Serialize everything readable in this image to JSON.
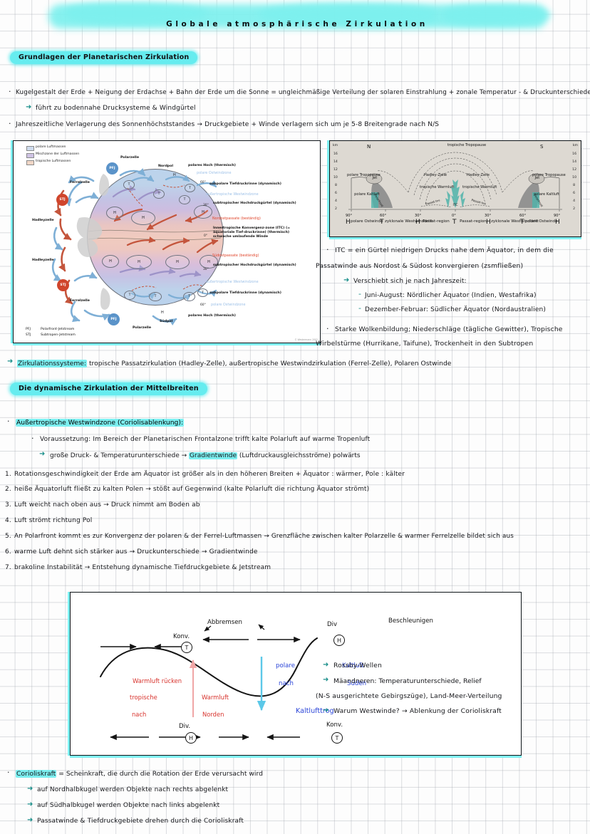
{
  "page": {
    "title": "Globale atmosphärische Zirkulation"
  },
  "sections": [
    {
      "id": "s1",
      "header": "Grundlagen der Planetarischen Zirkulation"
    },
    {
      "id": "s2",
      "header": "Die dynamische Zirkulation der Mittelbreiten"
    }
  ],
  "intro_notes": [
    "Kugelgestalt der Erde + Neigung der Erdachse + Bahn der Erde um die Sonne = ungleichmäßige Verteilung der solaren Einstrahlung + zonale Temperatur - & Druckunterschiede",
    "führt zu bodennahe Drucksysteme & Windgürtel",
    "Jahreszeitliche Verlagerung des Sonnenhöchststandes → Druckgebiete + Winde verlagern sich um je 5-8 Breitengrade nach N/S"
  ],
  "globe_diagram": {
    "legend": [
      "polare Luftmassen",
      "Mischzone der Luftmassen",
      "tropische Luftmassen"
    ],
    "poles": {
      "north": "Nordpol",
      "south": "Südpol"
    },
    "cells": {
      "polar_top": "Polarzelle",
      "polar_bottom": "Polarzelle",
      "ferrel_top": "Ferrelzelle",
      "ferrel_bottom": "Ferrelzelle",
      "hadley_top": "Hadleyzelle",
      "hadley_bottom": "Hadleyzelle"
    },
    "jets": {
      "pfj": "PFJ",
      "stj": "STJ"
    },
    "right_labels": [
      {
        "text": "polares Hoch (thermisch)",
        "style": "black"
      },
      {
        "text": "polare Ostwindzone",
        "style": "lightblue"
      },
      {
        "text": "subpolare Tiefdruckrinne (dynamisch)",
        "style": "black",
        "deg": "60°"
      },
      {
        "text": "außertropische Westwindzone",
        "style": "lightblue"
      },
      {
        "text": "subtropischer Hochdruckgürtel (dynamisch)",
        "style": "black",
        "deg": "30°"
      },
      {
        "text": "Nordostpassate (beständig)",
        "style": "red"
      },
      {
        "text": "Innertropische Konvergenz-zone (ITC) (= äquatoriale Tief-druckrinne) (thermisch) schwache umlaufende Winde",
        "style": "black",
        "deg": "0°"
      },
      {
        "text": "Südostpassate (beständig)",
        "style": "red"
      },
      {
        "text": "subtropischer Hochdruckgürtel (dynamisch)",
        "style": "black",
        "deg": "30°"
      },
      {
        "text": "außertropische Westwindzone",
        "style": "lightblue"
      },
      {
        "text": "subpolare Tiefdruckrinne (dynamisch)",
        "style": "black"
      },
      {
        "text": "polare Ostwindzone",
        "style": "lightblue",
        "deg": "60°"
      },
      {
        "text": "polares Hoch (thermisch)",
        "style": "black"
      }
    ],
    "footnotes": [
      {
        "abbr": "PFJ",
        "text": "Polarfront-Jetstream"
      },
      {
        "abbr": "STJ",
        "text": "Subtropen-Jetstream"
      }
    ],
    "watermark": "© Westermann 2002",
    "pressure_symbols": {
      "high": "H",
      "low": "T"
    }
  },
  "tropopause_diagram": {
    "unit_left": "km",
    "unit_right": "km",
    "y_ticks": [
      16,
      14,
      12,
      10,
      8,
      6,
      4,
      2
    ],
    "hemispheres": {
      "left": "N",
      "right": "S"
    },
    "top_label": "tropische Tropopause",
    "labels": [
      "polare Tropopause",
      "Jet",
      "Hadley-Zelle",
      "Hadley-Zelle",
      "polare Tropopause",
      "Jet",
      "polare Kaltluft",
      "tropische Warmluft",
      "tropische Warmluft",
      "polare Kaltluft",
      "Polarfront",
      "Polarfront",
      "Passat-Inv.",
      "Passat-Inv.",
      "ITC"
    ],
    "x_ticks": [
      "90°",
      "60°",
      "30°",
      "0°",
      "30°",
      "60°",
      "90°"
    ],
    "pressure_row": [
      "H",
      "T",
      "H",
      "T",
      "H",
      "T",
      "H"
    ],
    "zone_names": [
      "polare Ostwinde",
      "zyklonale Westwinddrift",
      "Passat-region",
      "Passat-region",
      "zyklonale Westwinddrift",
      "polare Ostwinde"
    ]
  },
  "itc_notes": [
    "ITC = ein Gürtel niedrigen Drucks nahe dem Äquator, in dem die",
    "Passatwinde aus Nordost & Südost konvergieren (zsmfließen)",
    "Verschiebt sich je nach Jahreszeit:",
    "Juni-August: Nördlicher Äquator (Indien, Westafrika)",
    "Dezember-Februar: Südlicher Äquator (Nordaustralien)",
    "Starke Wolkenbildung; Niederschläge (tägliche Gewitter), Tropische",
    "Wirbelstürme (Hurrikane, Taifune), Trockenheit in den Subtropen"
  ],
  "circulation_systems_note": {
    "lead": "Zirkulationssysteme:",
    "rest": "tropische Passatzirkulation (Hadley-Zelle), außertropische Westwindzirkulation (Ferrel-Zelle), Polaren Ostwinde"
  },
  "westwind_block": {
    "heading": "Außertropische Westwindzone (Coriolisablenkung):",
    "precondition": "Voraussetzung: Im Bereich der Planetarischen Frontalzone trifft kalte Polarluft auf warme Tropenluft",
    "gradient": {
      "pre": "große Druck- & Temperaturunterschiede →",
      "hl": "Gradientwinde",
      "post": "(Luftdruckausgleichsströme) polwärts"
    }
  },
  "numbered_steps": [
    {
      "n": "1.",
      "text": "Rotationsgeschwindigkeit der Erde am Äquator ist größer als in den höheren Breiten + Äquator : wärmer, Pole : kälter"
    },
    {
      "n": "2.",
      "text": "heiße Äquatorluft fließt zu kalten Polen → stößt auf Gegenwind (kalte Polarluft die richtung Äquator strömt)"
    },
    {
      "n": "3.",
      "text": "Luft weicht nach oben aus → Druck nimmt am Boden ab"
    },
    {
      "n": "4.",
      "text": "Luft strömt richtung Pol"
    },
    {
      "n": "5.",
      "text": "An Polarfront kommt es zur Konvergenz der polaren & der Ferrel-Luftmassen → Grenzfläche zwischen kalter Polarzelle & warmer Ferrelzelle bildet sich aus"
    },
    {
      "n": "6.",
      "text": "warme Luft dehnt sich stärker aus → Druckunterschiede → Gradientwinde"
    },
    {
      "n": "7.",
      "text": "brakoline Instabilität → Entstehung dynamische Tiefdruckgebiete & Jetstream"
    }
  ],
  "rossby_diagram": {
    "top_labels": {
      "abbremsen": "Abbremsen",
      "konv": "Konv.",
      "div": "Div",
      "beschleunigen": "Beschleunigen"
    },
    "red_labels": [
      "Warmluft rücken",
      "tropische",
      "Warmluft",
      "nach",
      "Norden"
    ],
    "blue_labels": [
      "polare",
      "Kaltluft",
      "nach",
      "Süden",
      "Kaltlufttrog"
    ],
    "bottom_labels": {
      "div": "Div.",
      "konv": "Konv."
    },
    "symbols": {
      "low": "T",
      "high": "H"
    }
  },
  "rossby_notes": [
    "Rossby-Wellen",
    "Mäandneren: Temperaturunterschiede, Relief",
    "(N-S ausgerichtete Gebirgszüge), Land-Meer-Verteilung",
    "Warum Westwinde? → Ablenkung der Corioliskraft"
  ],
  "coriolis_block": {
    "heading_hl": "Corioliskraft",
    "heading_rest": "= Scheinkraft, die durch die Rotation der Erde verursacht wird",
    "items": [
      "auf Nordhalbkugel werden Objekte nach rechts abgelenkt",
      "auf Südhalbkugel werden Objekte nach links abgelenkt",
      "Passatwinde & Tiefdruckgebiete drehen durch die Corioliskraft"
    ]
  },
  "colors": {
    "highlight": "#66ecef",
    "title_blob": "#7df0ee",
    "frame": "#0d1418",
    "frame_shadow": "#7ef1f2",
    "arrow_teal": "#1a8f8a",
    "red": "#d8342e",
    "blue": "#2b45d8",
    "ink": "#15161a"
  }
}
